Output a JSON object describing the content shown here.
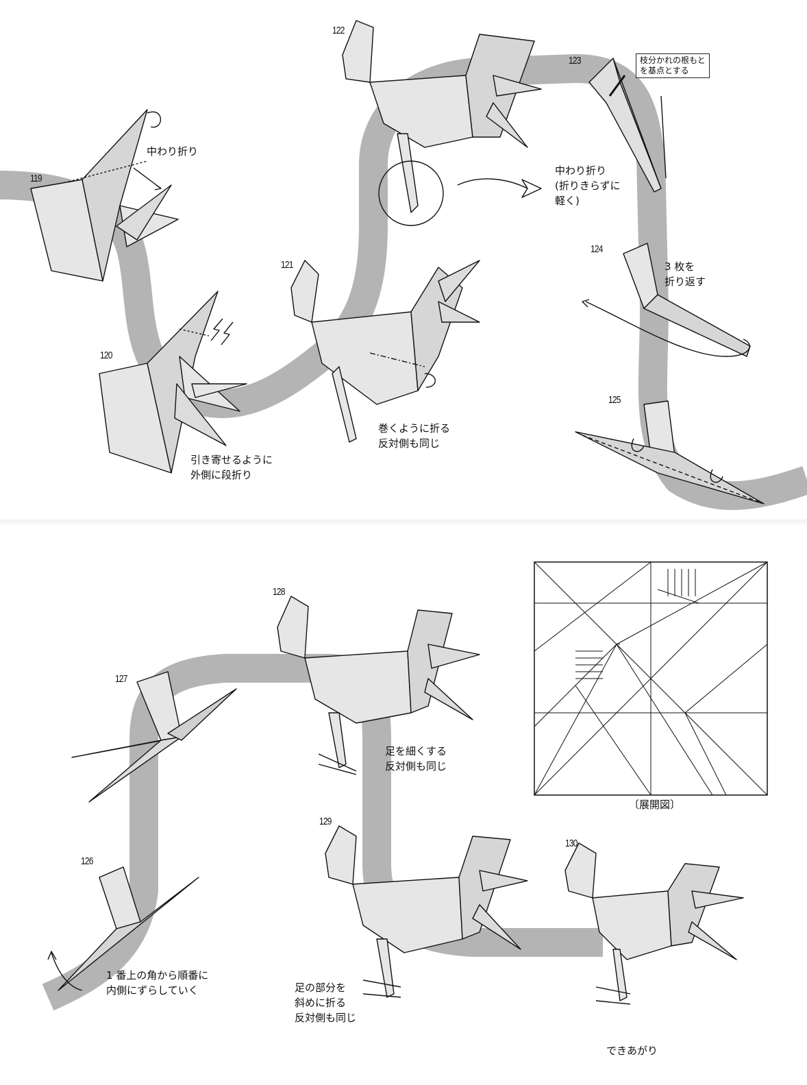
{
  "steps": [
    {
      "number": "119",
      "note": "中わり折り"
    },
    {
      "number": "120",
      "note": "引き寄せるように\n外側に段折り"
    },
    {
      "number": "121",
      "note": "巻くように折る\n反対側も同じ"
    },
    {
      "number": "122",
      "note": ""
    },
    {
      "number": "123",
      "note": "中わり折り\n(折りきらずに\n軽く)",
      "box_note": "枝分かれの根もと\nを基点とする"
    },
    {
      "number": "124",
      "note": "3 枚を\n折り返す"
    },
    {
      "number": "125",
      "note": ""
    },
    {
      "number": "126",
      "note": "1 番上の角から順番に\n内側にずらしていく"
    },
    {
      "number": "127",
      "note": ""
    },
    {
      "number": "128",
      "note": "足を細くする\n反対側も同じ"
    },
    {
      "number": "129",
      "note": "足の部分を\n斜めに折る\n反対側も同じ"
    },
    {
      "number": "130",
      "note": "できあがり"
    }
  ],
  "crease_pattern_caption": "〔展開図〕",
  "colors": {
    "flow_band": "#b4b4b4",
    "paper": "#e6e6e6",
    "paper_shade": "#cfcfcf",
    "ink": "#111111"
  }
}
